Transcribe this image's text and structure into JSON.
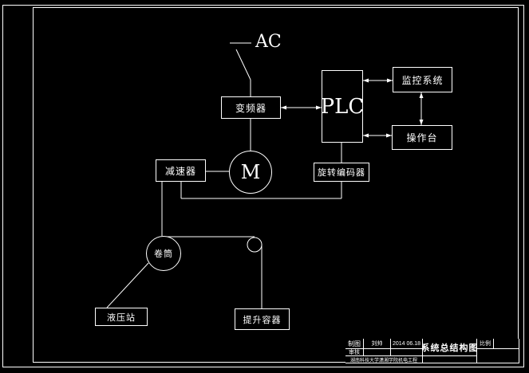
{
  "colors": {
    "background": "#000000",
    "line": "#ffffff"
  },
  "diagram": {
    "ac_label": "AC",
    "motor_label": "M",
    "drum_label": "卷筒",
    "boxes": {
      "inverter": "变频器",
      "plc": "PLC",
      "monitor": "监控系统",
      "console": "操作台",
      "encoder": "旋转编码器",
      "reducer": "减速器",
      "hydraulic": "液压站",
      "container": "提升容器"
    }
  },
  "title_block": {
    "drafter_label": "制图",
    "drafter_name": "刘帅",
    "date": "2014 06.18",
    "checker_label": "审核",
    "school": "湖南科技大学潇湘学院机电工程",
    "drawing_title": "系统总结构图",
    "scale_label": "比例"
  }
}
